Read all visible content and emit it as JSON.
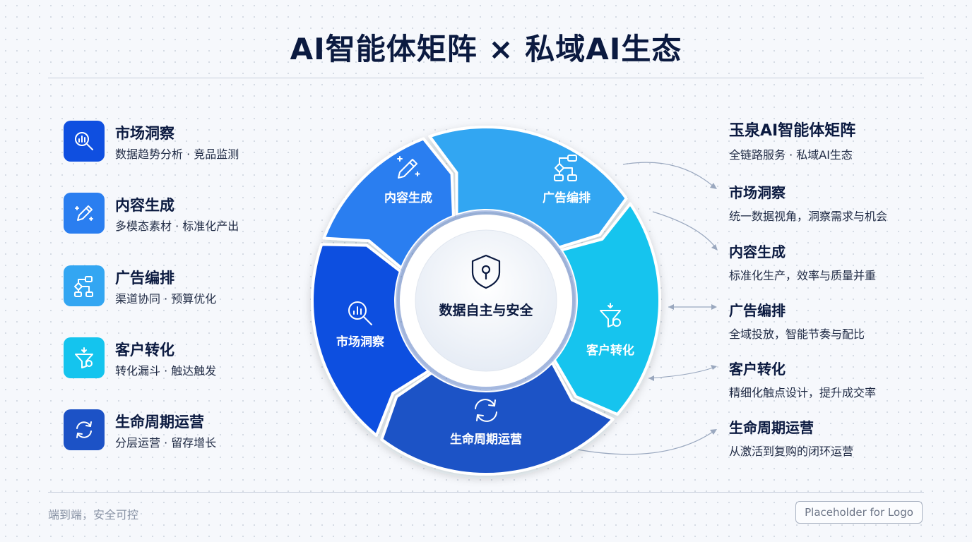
{
  "title": "AI智能体矩阵 × 私域AI生态",
  "colors": {
    "market": "#0f4fe0",
    "content": "#2a7ef0",
    "ads": "#33a6f2",
    "conversion": "#14c4ee",
    "lifecycle": "#1c52c6"
  },
  "left_items": [
    {
      "name": "市场洞察",
      "desc": "数据趋势分析 · 竞品监测",
      "icon": "magnifier-chart-icon"
    },
    {
      "name": "内容生成",
      "desc": "多模态素材 · 标准化产出",
      "icon": "pen-sparkle-icon"
    },
    {
      "name": "广告编排",
      "desc": "渠道协同 · 预算优化",
      "icon": "flow-nodes-icon"
    },
    {
      "name": "客户转化",
      "desc": "转化漏斗 · 触达触发",
      "icon": "funnel-icon"
    },
    {
      "name": "生命周期运营",
      "desc": "分层运营 · 留存增长",
      "icon": "cycle-arrows-icon"
    }
  ],
  "wheel": {
    "center_label": "数据自主与安全",
    "center_icon": "shield-lock-icon",
    "segments": [
      {
        "label": "内容生成",
        "icon": "pen-sparkle-icon"
      },
      {
        "label": "广告编排",
        "icon": "flow-nodes-icon"
      },
      {
        "label": "客户转化",
        "icon": "funnel-icon"
      },
      {
        "label": "生命周期运营",
        "icon": "cycle-arrows-icon"
      },
      {
        "label": "市场洞察",
        "icon": "magnifier-chart-icon"
      }
    ]
  },
  "right_items": [
    {
      "name": "玉泉AI智能体矩阵",
      "desc": "全链路服务 · 私域AI生态"
    },
    {
      "name": "市场洞察",
      "desc": "统一数据视角，洞察需求与机会"
    },
    {
      "name": "内容生成",
      "desc": "标准化生产，效率与质量并重"
    },
    {
      "name": "广告编排",
      "desc": "全域投放，智能节奏与配比"
    },
    {
      "name": "客户转化",
      "desc": "精细化触点设计，提升成交率"
    },
    {
      "name": "生命周期运营",
      "desc": "从激活到复购的闭环运营"
    }
  ],
  "footer": {
    "tagline": "端到端，安全可控",
    "logo_placeholder": "Placeholder for Logo"
  }
}
